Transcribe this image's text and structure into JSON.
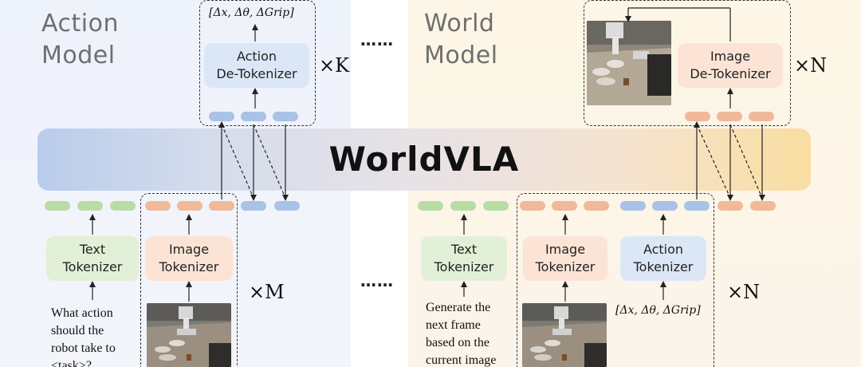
{
  "action_model": {
    "title": "Action\nModel",
    "top_formula": "[Δx, Δθ, ΔGrip]",
    "detokenizer_label": "Action\nDe-Tokenizer",
    "mult_k": "×K",
    "text_tokenizer_label": "Text\nTokenizer",
    "image_tokenizer_label": "Image\nTokenizer",
    "mult_m": "×M",
    "prompt": "What action\nshould the\nrobot take to\n<task>?"
  },
  "world_model": {
    "title": "World\nModel",
    "detokenizer_label": "Image\nDe-Tokenizer",
    "mult_n_top": "×N",
    "text_tokenizer_label": "Text\nTokenizer",
    "image_tokenizer_label": "Image\nTokenizer",
    "action_tokenizer_label": "Action\nTokenizer",
    "mult_n_bottom": "×N",
    "bottom_formula": "[Δx, Δθ, ΔGrip]",
    "prompt": "Generate the\nnext frame\nbased on the\ncurrent image"
  },
  "center": {
    "title": "WorldVLA",
    "dots_top": "……",
    "dots_bottom": "……"
  },
  "colors": {
    "text_token": "#b9dca6",
    "image_token": "#f1b89a",
    "action_token": "#a9c2e6"
  }
}
